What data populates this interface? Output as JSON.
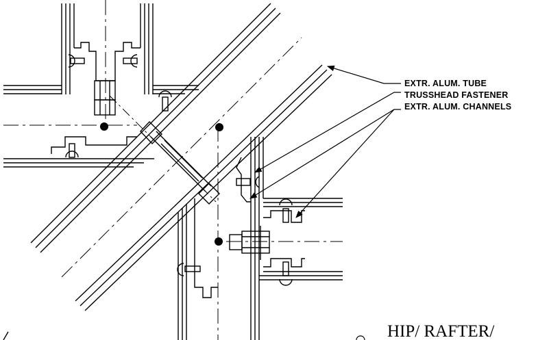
{
  "callouts": {
    "tube": "EXTR. ALUM. TUBE",
    "fastener": "TRUSSHEAD FASTENER",
    "channels": "EXTR. ALUM. CHANNELS"
  },
  "title": "HIP/ RAFTER/",
  "colors": {
    "line": "#000000",
    "background": "#ffffff"
  }
}
